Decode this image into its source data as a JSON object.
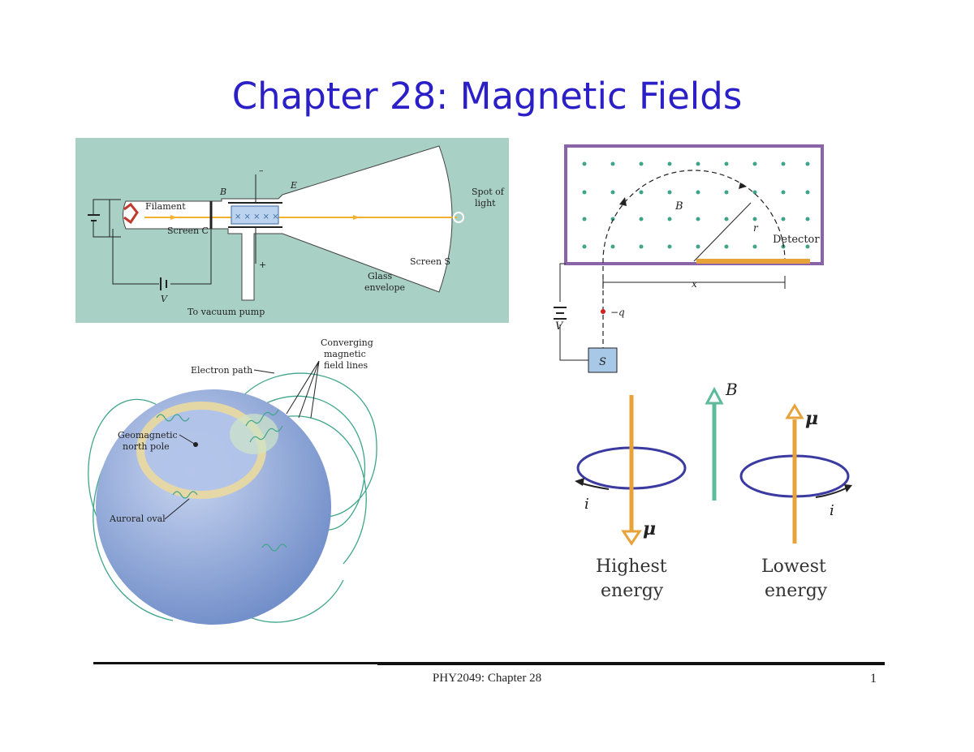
{
  "slide": {
    "title": "Chapter 28: Magnetic Fields",
    "footer": "PHY2049: Chapter 28",
    "page_number": "1"
  },
  "crt_figure": {
    "labels": {
      "filament": "Filament",
      "screen_c": "Screen C",
      "b_vec": "B",
      "e_vec": "E",
      "spot": "Spot of",
      "light": "light",
      "screen_s": "Screen S",
      "glass": "Glass",
      "envelope": "envelope",
      "v": "V",
      "vacuum": "To vacuum pump",
      "plus": "+",
      "minus": "–"
    },
    "colors": {
      "background": "#a8d0c5",
      "tube": "#ffffff",
      "beam": "#f0b030"
    }
  },
  "spectrometer_figure": {
    "labels": {
      "b_vec": "B",
      "r": "r",
      "detector": "Detector",
      "x": "x",
      "v": "V",
      "q": "−q",
      "s": "S"
    },
    "colors": {
      "border": "#8a63a8",
      "dots": "#3fa58a",
      "detector": "#e8a23a"
    }
  },
  "aurora_figure": {
    "labels": {
      "converging": "Converging",
      "magnetic": "magnetic",
      "field_lines": "field lines",
      "electron_path": "Electron path",
      "geomagnetic": "Geomagnetic",
      "north_pole": "north pole",
      "auroral_oval": "Auroral oval"
    },
    "colors": {
      "globe": "#8eaad8",
      "field": "#3fa58a"
    }
  },
  "dipole_figure": {
    "labels": {
      "b": "B",
      "mu_left": "μ",
      "mu_right": "μ",
      "i_left": "i",
      "i_right": "i",
      "highest": "Highest",
      "highest_energy": "energy",
      "lowest": "Lowest",
      "lowest_energy": "energy"
    },
    "colors": {
      "loop": "#3a3aa0",
      "arrow": "#e8a23a",
      "field": "#5dba9a"
    }
  }
}
